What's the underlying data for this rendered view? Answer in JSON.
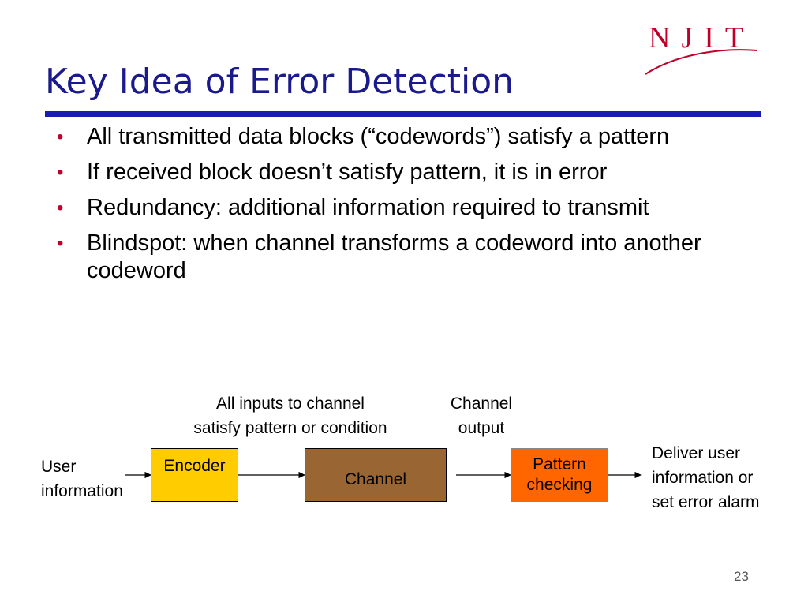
{
  "slide": {
    "title": "Key Idea of Error Detection",
    "logo_text": "NJIT",
    "page_number": "23",
    "bullets": [
      "All transmitted data blocks (“codewords”) satisfy a pattern",
      "If received block doesn’t satisfy pattern, it is in error",
      "Redundancy:  additional information required to transmit",
      "Blindspot:  when channel transforms a codeword into another codeword"
    ]
  },
  "diagram": {
    "input_label": [
      "User",
      "information"
    ],
    "encoder": "Encoder",
    "channel": "Channel",
    "pattern_checking": [
      "Pattern",
      "checking"
    ],
    "channel_input_note": [
      "All inputs to channel",
      "satisfy pattern or condition"
    ],
    "channel_output_note": [
      "Channel",
      "output"
    ],
    "output_label": [
      "Deliver user",
      "information or",
      "set error alarm"
    ]
  },
  "colors": {
    "title": "#1a1a8c",
    "rule": "#1a1ab4",
    "bullet": "#c0002a",
    "encoder_fill": "#ffcc00",
    "channel_fill": "#996633",
    "pattern_fill": "#ff6600",
    "logo_red": "#c0002a"
  }
}
